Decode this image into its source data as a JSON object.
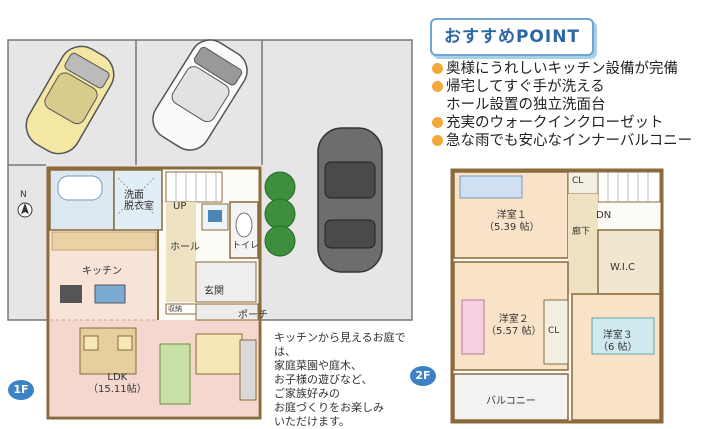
{
  "title": "おすすめPOINT",
  "points": [
    "奥様にうれしいキッチン設備が完備",
    "帰宅してすぐ手が洗える",
    "ホール設置の独立洗面台",
    "充実のウォークインクローゼット",
    "急な雨でも安心なインナーバルコニー"
  ],
  "garden_note": [
    "キッチンから見えるお庭では、",
    "家庭菜園や庭木、",
    "お子様の遊びなど、",
    "ご家族好みの",
    "お庭づくりをお楽しみ",
    "いただけます。"
  ],
  "floor1": {
    "badge": "1F",
    "north": "N",
    "labels": {
      "washroom": "洗面",
      "dressing": "脱衣室",
      "up": "UP",
      "kitchen": "キッチン",
      "hall": "ホール",
      "toilet": "トイレ",
      "entrance": "玄関",
      "storage": "収納",
      "porch": "ポーチ",
      "ldk": "LDK",
      "ldk_size": "（15.11帖）"
    }
  },
  "floor2": {
    "badge": "2F",
    "labels": {
      "room1": "洋室１",
      "room1_size": "（5.39 帖）",
      "room2": "洋室２",
      "room2_size": "（5.57 帖）",
      "room3": "洋室３",
      "room3_size": "（6 帖）",
      "cl1": "CL",
      "cl2": "CL",
      "dn": "DN",
      "corridor": "廊下",
      "wic": "W.I.C",
      "balcony": "バルコニー"
    }
  },
  "colors": {
    "floor_pink": "#f4d8cf",
    "floor_peach": "#f9e3c8",
    "wood": "#e9d3a6",
    "wall": "#8b6b3c",
    "parking": "#e8e8e8",
    "accent_blue": "#2c67a5",
    "bullet": "#f2a83a"
  }
}
